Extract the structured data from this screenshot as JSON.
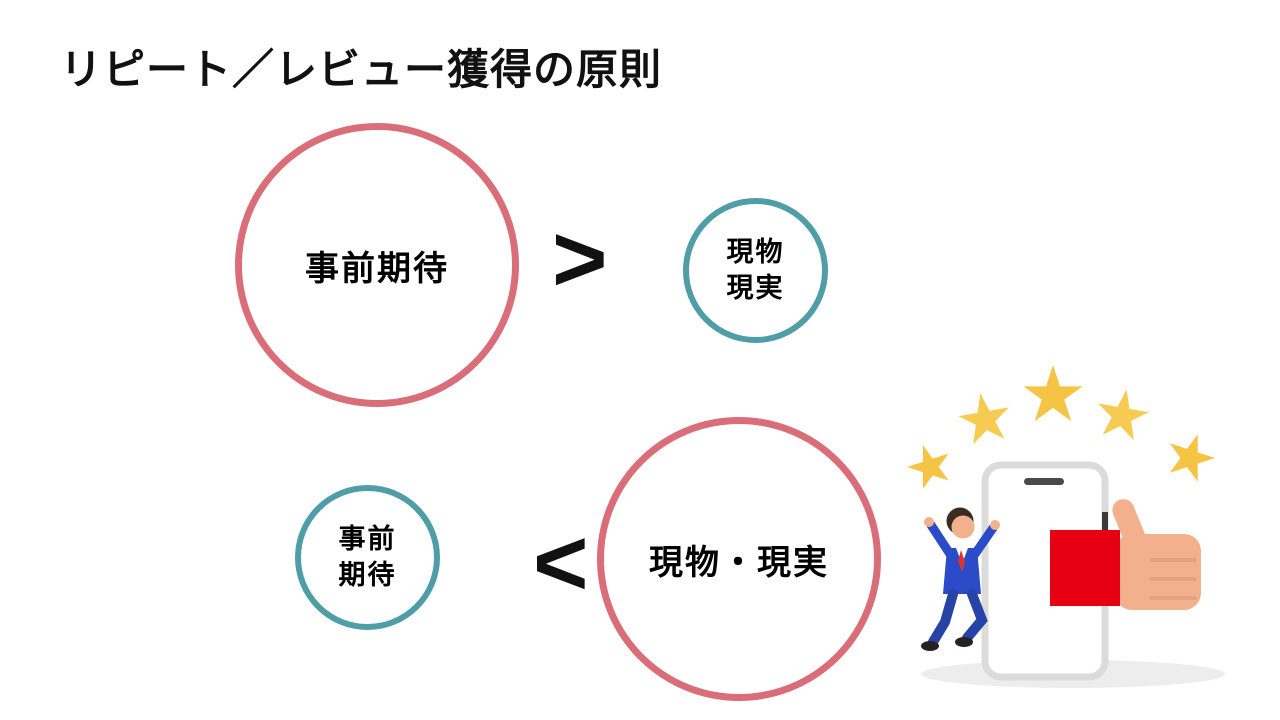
{
  "slide": {
    "title": "リピート／レビュー獲得の原則"
  },
  "rows": [
    {
      "left": {
        "lines": [
          "事前期待"
        ]
      },
      "operator": ">",
      "right": {
        "lines": [
          "現物",
          "現実"
        ]
      }
    },
    {
      "left": {
        "lines": [
          "事前",
          "期待"
        ]
      },
      "operator": "<",
      "right": {
        "lines": [
          "現物・現実"
        ]
      }
    }
  ],
  "colors": {
    "circle_pink_border": "#D96E79",
    "circle_teal_border": "#4F9DA6",
    "star_yellow": "#F5C445",
    "cuff_red": "#E60012",
    "suit_blue": "#2B4BC8",
    "skin": "#F3B08C"
  },
  "illustration": {
    "icons": [
      "star-icon",
      "star-icon",
      "star-icon",
      "star-icon",
      "star-icon",
      "smartphone-icon",
      "thumbs-up-icon",
      "happy-person-icon"
    ]
  }
}
